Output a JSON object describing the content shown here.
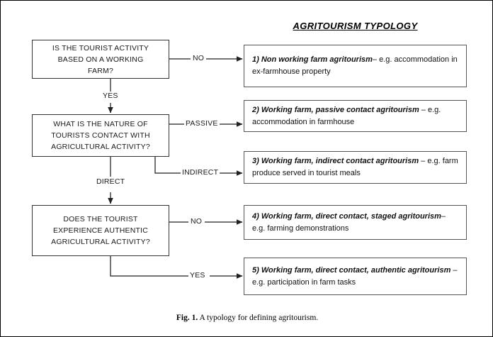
{
  "figure": {
    "typology_heading": "AGRITOURISM TYPOLOGY",
    "caption_label": "Fig. 1.",
    "caption_text": "A typology for defining agritourism.",
    "line_color": "#333333",
    "box_border_color": "#555555",
    "background": "#ffffff"
  },
  "decisions": [
    {
      "id": "working-farm",
      "line1": "IS THE TOURIST ACTIVITY",
      "line2": "BASED ON A WORKING",
      "line3": "FARM?"
    },
    {
      "id": "nature-of-contact",
      "line1": "WHAT IS THE NATURE OF",
      "line2": "TOURISTS CONTACT WITH",
      "line3": "AGRICULTURAL ACTIVITY?"
    },
    {
      "id": "authentic-activity",
      "line1": "DOES THE TOURIST",
      "line2": "EXPERIENCE AUTHENTIC",
      "line3": "AGRICULTURAL ACTIVITY?"
    }
  ],
  "edge_labels": [
    {
      "id": "no-working-farm",
      "text": "NO"
    },
    {
      "id": "yes-working-farm",
      "text": "YES"
    },
    {
      "id": "passive-contact",
      "text": "PASSIVE"
    },
    {
      "id": "indirect-contact",
      "text": "INDIRECT"
    },
    {
      "id": "direct-contact",
      "text": "DIRECT"
    },
    {
      "id": "no-authentic",
      "text": "NO"
    },
    {
      "id": "yes-authentic",
      "text": "YES"
    }
  ],
  "typologies": [
    {
      "id": "non-working-farm",
      "lead": "1) Non working farm agritourism",
      "rest": "– e.g. accommodation in ex-farmhouse property"
    },
    {
      "id": "passive-contact",
      "lead": "2) Working farm, passive contact agritourism",
      "rest": " – e.g. accommodation in farmhouse"
    },
    {
      "id": "indirect-contact",
      "lead": "3) Working farm, indirect contact agritourism",
      "rest": " – e.g. farm produce served in tourist meals"
    },
    {
      "id": "staged",
      "lead": "4) Working farm, direct contact, staged agritourism",
      "rest": "– e.g. farming demonstrations"
    },
    {
      "id": "authentic",
      "lead": "5) Working farm, direct contact, authentic agritourism",
      "rest": " – e.g. participation in farm tasks"
    }
  ]
}
